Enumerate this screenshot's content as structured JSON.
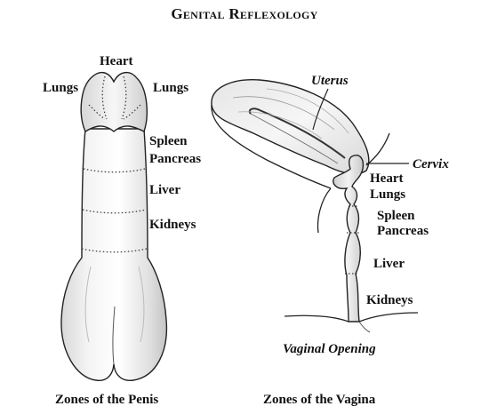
{
  "title": "Genital Reflexology",
  "penis": {
    "caption": "Zones of the Penis",
    "labels": {
      "heart": "Heart",
      "lungs_left": "Lungs",
      "lungs_right": "Lungs",
      "spleen": "Spleen",
      "pancreas": "Pancreas",
      "liver": "Liver",
      "kidneys": "Kidneys"
    }
  },
  "vagina": {
    "caption": "Zones of the Vagina",
    "labels": {
      "uterus": "Uterus",
      "cervix": "Cervix",
      "heart": "Heart",
      "lungs": "Lungs",
      "spleen": "Spleen",
      "pancreas": "Pancreas",
      "liver": "Liver",
      "kidneys": "Kidneys",
      "vaginal_opening": "Vaginal Opening"
    }
  }
}
